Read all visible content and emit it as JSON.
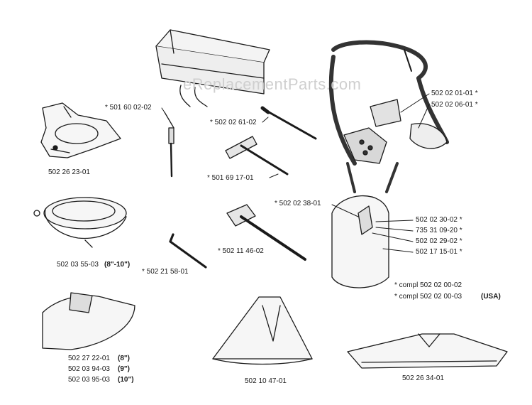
{
  "watermark": "eReplacementParts.com",
  "parts": {
    "p1": "502 26 23-01",
    "p2": "* 501 60 02-02",
    "p3": "* 502 02 61-02",
    "p4": "* 501 69 17-01",
    "p5": "502 03 55-03",
    "p5_size": "(8\"-10\")",
    "p6": "* 502 21 58-01",
    "p7": "* 502 11 46-02",
    "p8": "* 502 02 38-01",
    "p9": "502 02 01-01 *",
    "p10": "502 02 06-01 *",
    "p11": "502 02 30-02 *",
    "p12": "735 31 09-20 *",
    "p13": "502 02 29-02 *",
    "p14": "502 17 15-01 *",
    "p15a": "502 27 22-01",
    "p15a_size": "(8\")",
    "p15b": "502 03 94-03",
    "p15b_size": "(9\")",
    "p15c": "502 03 95-03",
    "p15c_size": "(10\")",
    "p16": "502 10 47-01",
    "p17": "502 26 34-01"
  },
  "notes": {
    "compl1": "* compl 502 02 00-02",
    "compl2": "* compl 502 02 00-03",
    "compl2_suffix": "(USA)"
  }
}
